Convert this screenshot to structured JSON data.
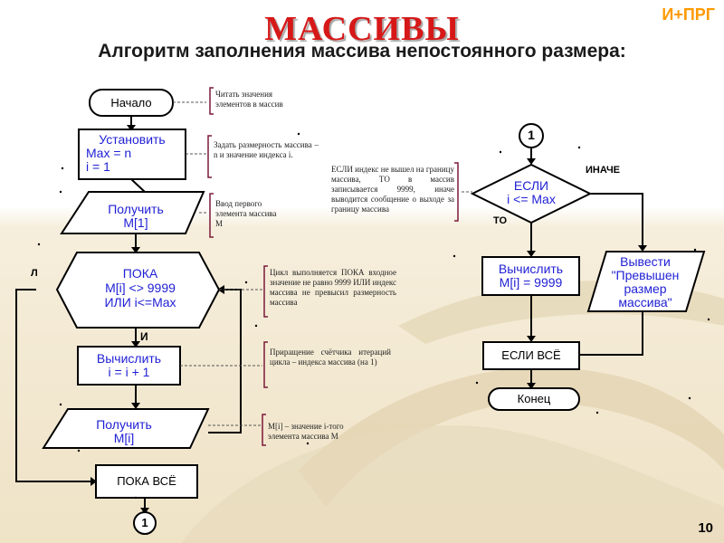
{
  "header": {
    "title": "МАССИВЫ",
    "subtitle": "Алгоритм заполнения массива непостоянного размера:",
    "badge": "И+ПРГ",
    "page_number": "10"
  },
  "flowchart_left": {
    "start": "Начало",
    "set_line1": "Установить",
    "set_line2": "Max = n",
    "set_line3": "i = 1",
    "get1_line1": "Получить",
    "get1_line2": "M[1]",
    "while_line1": "ПОКА",
    "while_line2": "M[i] <> 9999",
    "while_line3": "ИЛИ i<=Max",
    "false_label": "Л",
    "true_label": "И",
    "calc_line1": "Вычислить",
    "calc_line2": "i = i + 1",
    "get2_line1": "Получить",
    "get2_line2": "M[i]",
    "end_while": "ПОКА ВСЁ",
    "connector": "1"
  },
  "notes": {
    "n1": "Читать значения элементов в массив",
    "n2": "Задать размерность массива – n и значение индекса i.",
    "n3": "Ввод первого элемента массива M",
    "n4": "Цикл выполняется ПОКА входное значение не равно 9999 ИЛИ индекс массива не превысил размерность массива",
    "n5": "Приращение счётчика итераций цикла – индекса массива (на 1)",
    "n6": "M[i] – значение i-того элемента массива M",
    "n7": "ЕСЛИ индекс не вышел на границу массива, ТО в массив записывается 9999, иначе выводится сообщение о выходе за границу массива"
  },
  "flowchart_right": {
    "connector": "1",
    "if_line1": "ЕСЛИ",
    "if_line2": "i <= Max",
    "else_label": "ИНАЧЕ",
    "then_label": "ТО",
    "calc_line1": "Вычислить",
    "calc_line2": "M[i] = 9999",
    "out_line1": "Вывести",
    "out_line2": "\"Превышен",
    "out_line3": "размер",
    "out_line4": "массива\"",
    "end_if": "ЕСЛИ ВСЁ",
    "end": "Конец"
  },
  "colors": {
    "title": "#d61818",
    "shape_text": "#1f1fd4",
    "shape_border": "#000000",
    "note_border": "#7a1a3a",
    "badge": "#ff9900",
    "background": "#f4ecd8"
  }
}
